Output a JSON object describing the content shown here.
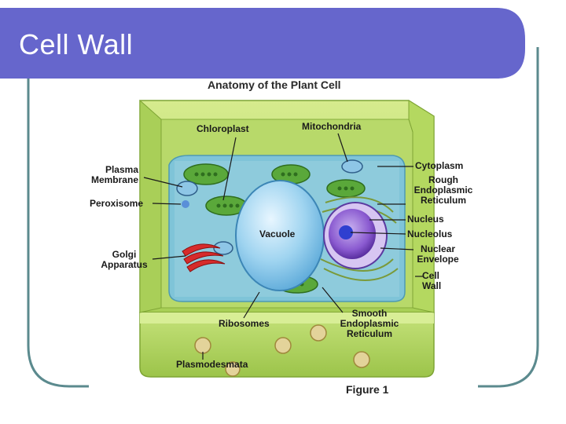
{
  "slide": {
    "title": "Cell Wall",
    "accent_color": "#6666cc",
    "frame_color": "#5b8a8e"
  },
  "diagram": {
    "title": "Anatomy of the Plant Cell",
    "caption": "Figure 1",
    "labels": {
      "chloroplast": "Chloroplast",
      "mitochondria": "Mitochondria",
      "plasma_membrane_1": "Plasma",
      "plasma_membrane_2": "Membrane",
      "peroxisome": "Peroxisome",
      "golgi_1": "Golgi",
      "golgi_2": "Apparatus",
      "vacuole": "Vacuole",
      "ribosomes": "Ribosomes",
      "plasmodesmata": "Plasmodesmata",
      "cytoplasm": "Cytoplasm",
      "rough_er_1": "Rough",
      "rough_er_2": "Endoplasmic",
      "rough_er_3": "Reticulum",
      "nucleus": "Nucleus",
      "nucleolus": "Nucleolus",
      "nuclear_envelope_1": "Nuclear",
      "nuclear_envelope_2": "Envelope",
      "cell_wall_1": "Cell",
      "cell_wall_2": "Wall",
      "smooth_er_1": "Smooth",
      "smooth_er_2": "Endoplasmic",
      "smooth_er_3": "Reticulum"
    }
  }
}
